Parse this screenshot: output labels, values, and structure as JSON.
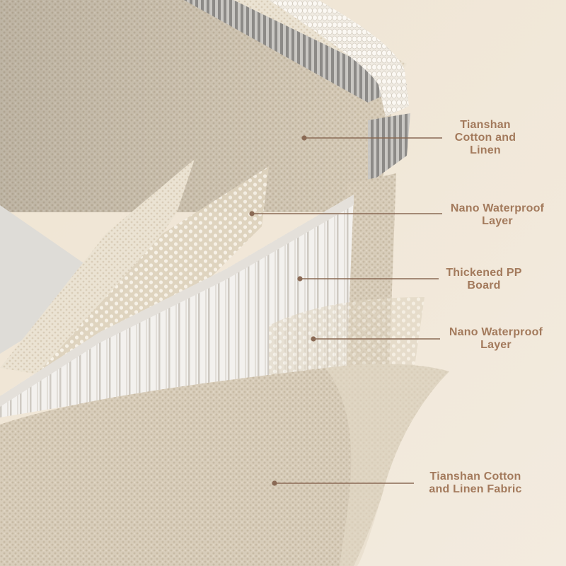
{
  "accent_color": "#a37a5c",
  "callouts": [
    {
      "id": "tianshan-cotton-linen",
      "label": "Tianshan\nCotton and\nLinen"
    },
    {
      "id": "nano-waterproof-top",
      "label": "Nano Waterproof\nLayer"
    },
    {
      "id": "thickened-pp-board",
      "label": "Thickened PP\nBoard"
    },
    {
      "id": "nano-waterproof-bottom",
      "label": "Nano Waterproof\nLayer"
    },
    {
      "id": "tianshan-fabric",
      "label": "Tianshan Cotton\nand Linen Fabric"
    }
  ]
}
